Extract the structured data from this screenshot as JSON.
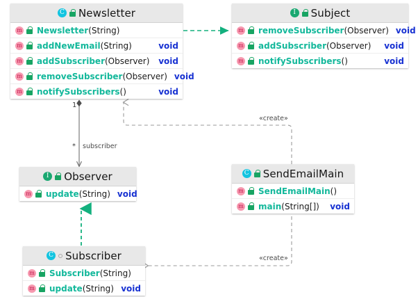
{
  "diagram": {
    "type": "uml-class-diagram",
    "background": "#ffffff",
    "colors": {
      "member_name": "#13b89b",
      "member_type": "#1832d2",
      "header_bg": "#e8e8e8",
      "class_icon": "#12c4e0",
      "interface_icon": "#1aa871",
      "method_icon": "#f79ab0",
      "realization_edge": "#13b07e",
      "dependency_edge": "#9a9a9a",
      "aggregation_edge": "#6e6e6e"
    },
    "classes": [
      {
        "id": "newsletter",
        "name": "Newsletter",
        "stereotype": "class",
        "icon": "class-icon",
        "members": [
          {
            "name": "Newsletter",
            "params": "(String)",
            "type": ""
          },
          {
            "name": "addNewEmail",
            "params": "(String)",
            "type": "void"
          },
          {
            "name": "addSubscriber",
            "params": "(Observer)",
            "type": "void"
          },
          {
            "name": "removeSubscriber",
            "params": "(Observer)",
            "type": "void"
          },
          {
            "name": "notifySubscribers",
            "params": "()",
            "type": "void"
          }
        ]
      },
      {
        "id": "subject",
        "name": "Subject",
        "stereotype": "interface",
        "icon": "interface-icon",
        "members": [
          {
            "name": "removeSubscriber",
            "params": "(Observer)",
            "type": "void"
          },
          {
            "name": "addSubscriber",
            "params": "(Observer)",
            "type": "void"
          },
          {
            "name": "notifySubscribers",
            "params": "()",
            "type": "void"
          }
        ]
      },
      {
        "id": "observer",
        "name": "Observer",
        "stereotype": "interface",
        "icon": "interface-icon",
        "members": [
          {
            "name": "update",
            "params": "(String)",
            "type": "void"
          }
        ]
      },
      {
        "id": "subscriber",
        "name": "Subscriber",
        "stereotype": "class",
        "icon": "class-icon",
        "members": [
          {
            "name": "Subscriber",
            "params": "(String)",
            "type": ""
          },
          {
            "name": "update",
            "params": "(String)",
            "type": "void"
          }
        ]
      },
      {
        "id": "sendemailmain",
        "name": "SendEmailMain",
        "stereotype": "class",
        "icon": "class-icon",
        "members": [
          {
            "name": "SendEmailMain",
            "params": "()",
            "type": ""
          },
          {
            "name": "main",
            "params": "(String[])",
            "type": "void"
          }
        ]
      }
    ],
    "edges": [
      {
        "id": "newsletter-implements-subject",
        "from": "newsletter",
        "to": "subject",
        "kind": "realization",
        "label": ""
      },
      {
        "id": "subscriber-implements-observer",
        "from": "subscriber",
        "to": "observer",
        "kind": "realization",
        "label": ""
      },
      {
        "id": "newsletter-aggregates-observer",
        "from": "newsletter",
        "to": "observer",
        "kind": "aggregation",
        "label": "subscriber",
        "source_multiplicity": "1",
        "target_multiplicity": "*"
      },
      {
        "id": "sendemailmain-creates-newsletter",
        "from": "sendemailmain",
        "to": "newsletter",
        "kind": "dependency",
        "label": "«create»"
      },
      {
        "id": "sendemailmain-creates-subscriber",
        "from": "sendemailmain",
        "to": "subscriber",
        "kind": "dependency",
        "label": "«create»"
      }
    ]
  }
}
